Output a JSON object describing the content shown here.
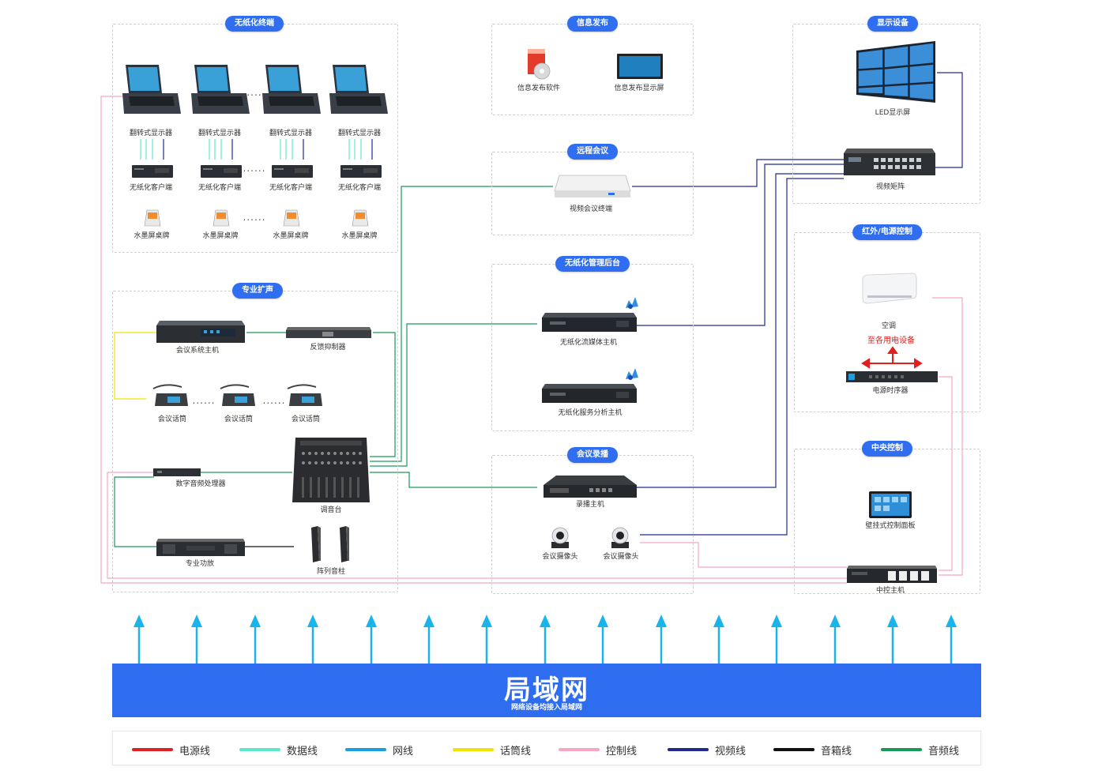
{
  "colors": {
    "accent": "#2f6ef0",
    "power": "#e02020",
    "data": "#5ee8c8",
    "network": "#1a9fe0",
    "mic": "#f2e200",
    "control": "#f4a6c4",
    "video": "#1f2a8c",
    "speaker": "#111111",
    "audio": "#1a9a56",
    "arrow": "#19b4ec"
  },
  "sections": {
    "paperless_terminal": "无纸化终端",
    "info_publish": "信息发布",
    "display": "显示设备",
    "video_conf": "远程会议",
    "ir_power": "红外/电源控制",
    "paperless_backend": "无纸化管理后台",
    "pro_audio": "专业扩声",
    "recording": "会议录播",
    "central_control": "中央控制"
  },
  "devices": {
    "flip_display": "翻转式显示器",
    "paperless_client": "无纸化客户端",
    "eink_nameplate": "水墨屏桌牌",
    "publish_software": "信息发布软件",
    "publish_screen": "信息发布显示屏",
    "led_screen": "LED显示屏",
    "video_matrix": "视频矩阵",
    "vc_terminal": "视频会议终端",
    "air_conditioner": "空调",
    "to_backup": "至各用电设备",
    "power_sequencer": "电源时序器",
    "streaming_host": "无纸化流媒体主机",
    "service_host": "无纸化服务分析主机",
    "conf_host": "会议系统主机",
    "feedback_suppressor": "反馈抑制器",
    "conf_mic": "会议话筒",
    "dsp": "数字音频处理器",
    "mixer": "调音台",
    "amplifier": "专业功放",
    "column_speaker": "阵列音柱",
    "recording_host": "录播主机",
    "conf_camera": "会议摄像头",
    "wall_panel": "壁挂式控制面板",
    "central_host": "中控主机"
  },
  "ellipsis": "......",
  "lan": {
    "title": "局域网",
    "subtitle": "网络设备均接入局域网"
  },
  "legend": [
    {
      "label": "电源线",
      "color": "#e02020"
    },
    {
      "label": "数据线",
      "color": "#5ee8c8"
    },
    {
      "label": "网线",
      "color": "#1a9fe0"
    },
    {
      "label": "话筒线",
      "color": "#f2e200"
    },
    {
      "label": "控制线",
      "color": "#f4a6c4"
    },
    {
      "label": "视频线",
      "color": "#1f2a8c"
    },
    {
      "label": "音箱线",
      "color": "#111111"
    },
    {
      "label": "音频线",
      "color": "#1a9a56"
    }
  ]
}
